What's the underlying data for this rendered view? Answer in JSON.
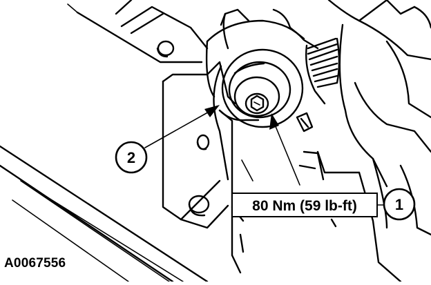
{
  "figure": {
    "id": "A0067556",
    "torque_label": "80 Nm (59 lb-ft)",
    "callouts": [
      {
        "number": "1"
      },
      {
        "number": "2"
      }
    ]
  }
}
